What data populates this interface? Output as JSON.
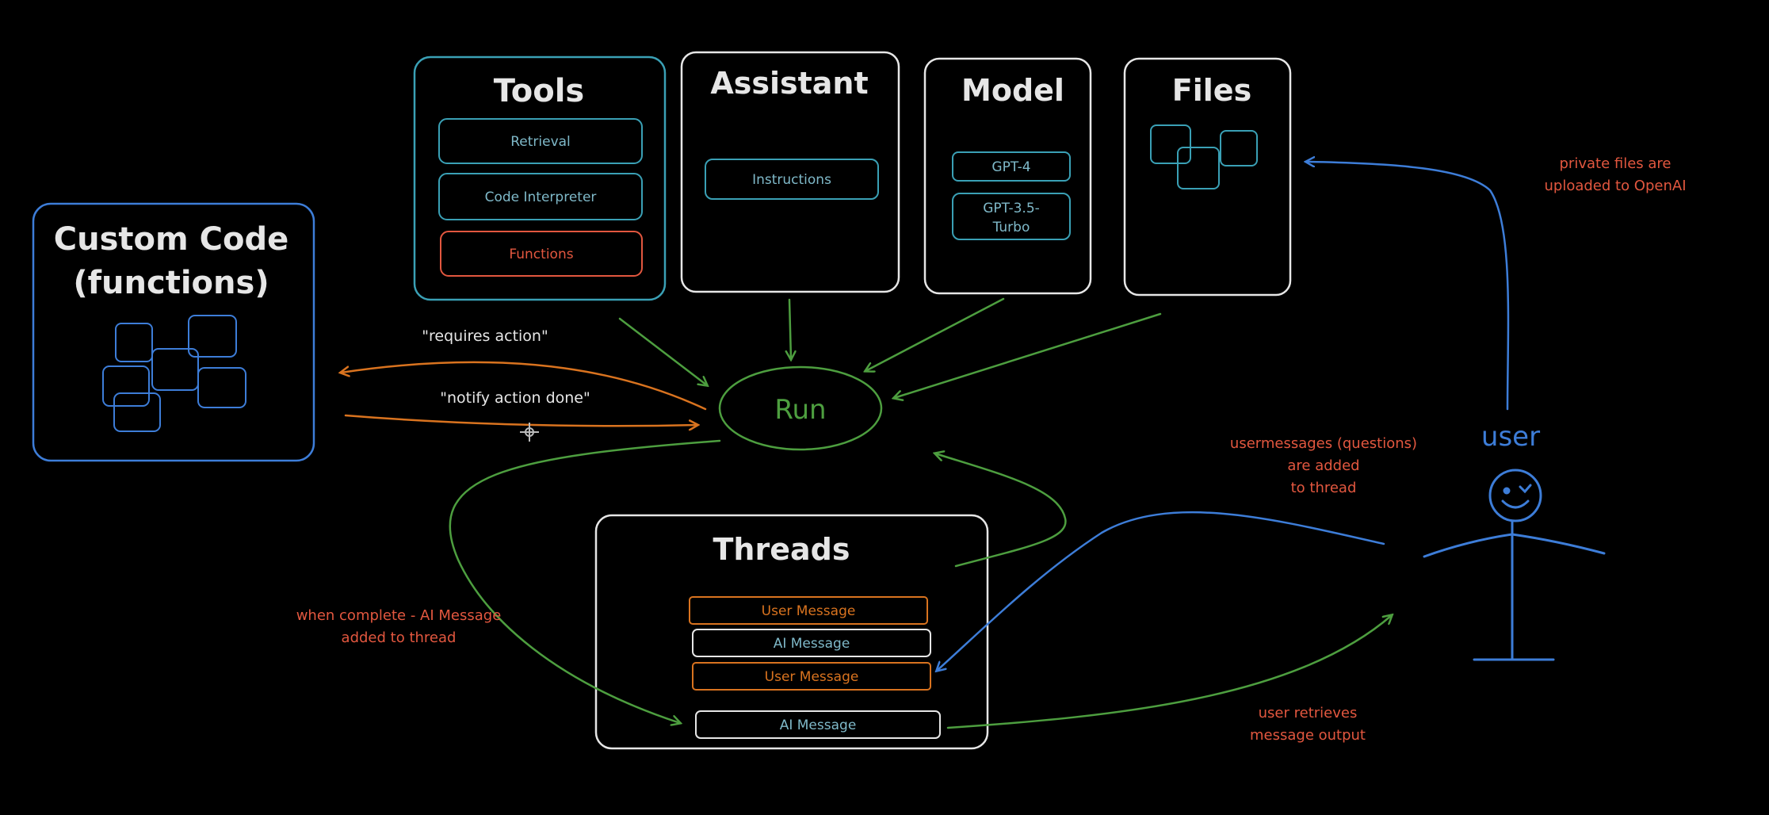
{
  "colors": {
    "background": "#000000",
    "white": "#e6e6e6",
    "teal": "#3aa0b5",
    "blue": "#3d7dd8",
    "red": "#e2573f",
    "orange": "#d9731f",
    "green": "#4d9e3f",
    "pill_text": "#7fb9c9"
  },
  "tools": {
    "title": "Tools",
    "items": [
      "Retrieval",
      "Code Interpreter",
      "Functions"
    ]
  },
  "assistant": {
    "title": "Assistant",
    "items": [
      "Instructions"
    ]
  },
  "model": {
    "title": "Model",
    "items": [
      "GPT-4",
      "GPT-3.5-",
      "Turbo"
    ]
  },
  "files": {
    "title": "Files"
  },
  "custom_code": {
    "title_line1": "Custom Code",
    "title_line2": "(functions)"
  },
  "run": {
    "label": "Run"
  },
  "threads": {
    "title": "Threads",
    "messages": [
      "User Message",
      "AI Message",
      "User Message",
      "AI Message"
    ]
  },
  "user": {
    "label": "user"
  },
  "edges": {
    "requires_action": "\"requires action\"",
    "notify_action_done": "\"notify action done\""
  },
  "notes": {
    "private_files_line1": "private files are",
    "private_files_line2": "uploaded to OpenAI",
    "user_messages_line1": "usermessages (questions)",
    "user_messages_line2": "are added",
    "user_messages_line3": "to thread",
    "complete_line1": "when complete - AI Message",
    "complete_line2": "added to thread",
    "retrieves_line1": "user retrieves",
    "retrieves_line2": "message output"
  }
}
